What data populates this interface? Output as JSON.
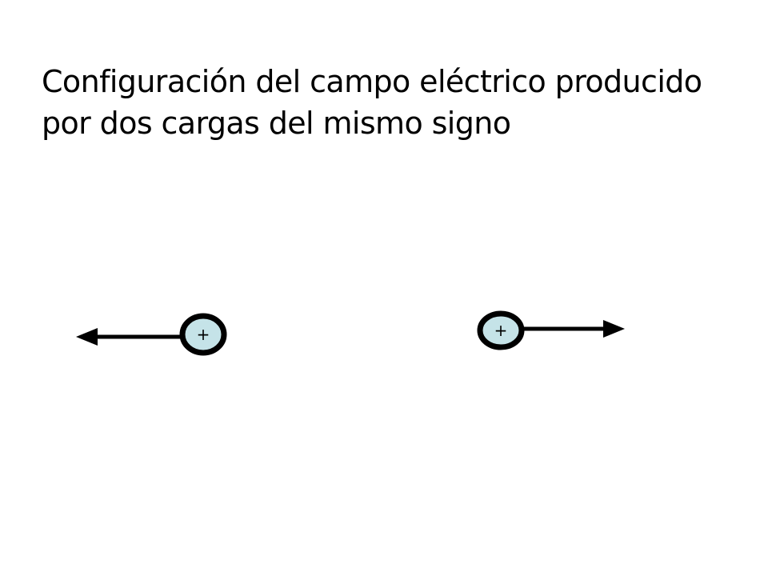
{
  "slide": {
    "title_lines": [
      "Configuración del campo eléctrico producido",
      "por dos cargas del mismo signo"
    ]
  },
  "diagram": {
    "charges": [
      {
        "sign": "+",
        "field_direction": "left"
      },
      {
        "sign": "+",
        "field_direction": "right"
      }
    ],
    "colors": {
      "charge_fill": "#c5e3e8",
      "charge_stroke": "#000000",
      "arrow": "#000000"
    }
  }
}
